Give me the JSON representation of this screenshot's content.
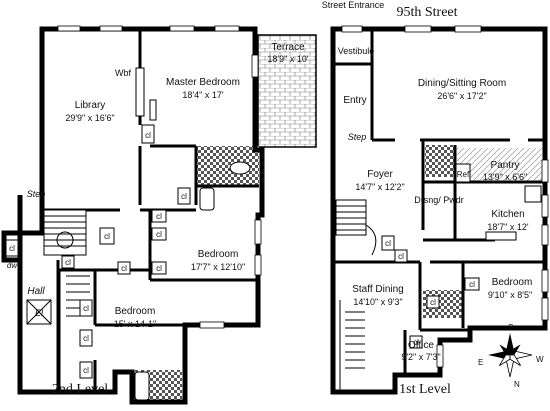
{
  "level_2": {
    "level_label": "2nd Level",
    "rooms": {
      "library": {
        "name": "Library",
        "dims": "29'9\" x 16'6\""
      },
      "master_bedroom": {
        "name": "Master Bedroom",
        "dims": "18'4\" x 17'"
      },
      "terrace": {
        "name": "Terrace",
        "dims": "18'9\" x 10'"
      },
      "bedroom_a": {
        "name": "Bedroom",
        "dims": "17'7\" x 12'10\""
      },
      "bedroom_b": {
        "name": "Bedroom",
        "dims": "15' x 14-1\""
      },
      "hall": {
        "name": "Hall"
      }
    },
    "labels": {
      "wbf": "Wbf",
      "step": "Step",
      "elevator": "El",
      "dw": "dw",
      "closet": "cl"
    }
  },
  "level_1": {
    "level_label": "1st Level",
    "street": "95th Street",
    "street_entrance": "Street Entrance",
    "rooms": {
      "vestibule": {
        "name": "Vestibule"
      },
      "entry": {
        "name": "Entry"
      },
      "dining_sitting": {
        "name": "Dining/Sitting Room",
        "dims": "26'6\" x 17'2\""
      },
      "foyer": {
        "name": "Foyer",
        "dims": "14'7\" x 12'2\""
      },
      "pantry": {
        "name": "Pantry",
        "dims": "13'9\" x 6'6\""
      },
      "drsng_pwdr": {
        "name": "Drsng/ Pwdr"
      },
      "kitchen": {
        "name": "Kitchen",
        "dims": "18'7\" x 12'"
      },
      "staff_dining": {
        "name": "Staff Dining",
        "dims": "14'10\" x 9'3\""
      },
      "bedroom": {
        "name": "Bedroom",
        "dims": "9'10\" x 8'5\""
      },
      "office": {
        "name": "Office",
        "dims": "9'2\" x 7'3\""
      }
    },
    "labels": {
      "step": "Step",
      "ref": "Ref",
      "closet": "cl"
    }
  },
  "compass": {
    "n": "N",
    "s": "S",
    "e": "E",
    "w": "W"
  }
}
